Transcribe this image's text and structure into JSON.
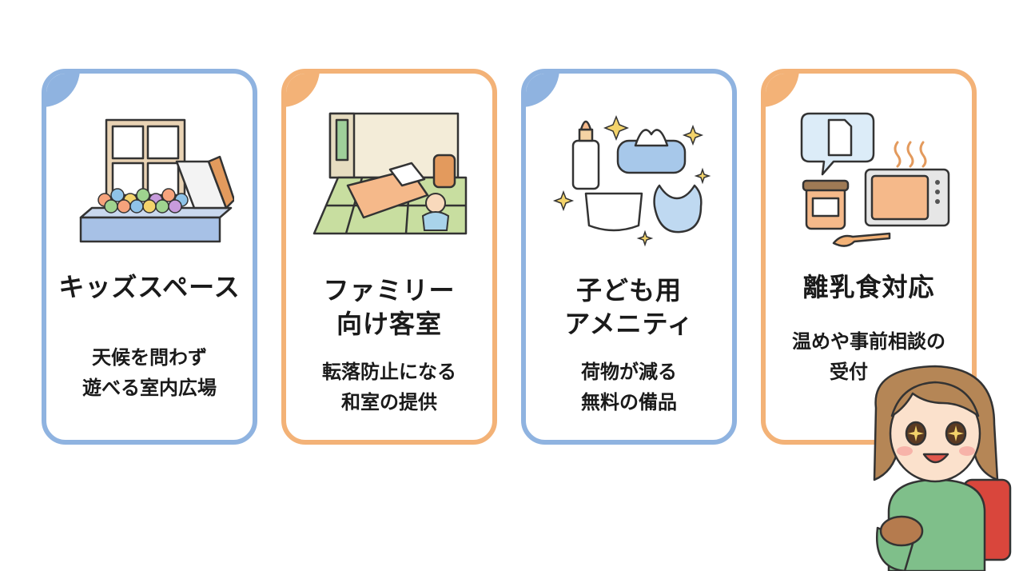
{
  "cards": [
    {
      "title_lines": [
        "キッズスペース"
      ],
      "desc_lines": [
        "天候を問わず",
        "遊べる室内広場"
      ]
    },
    {
      "title_lines": [
        "ファミリー",
        "向け客室"
      ],
      "desc_lines": [
        "転落防止になる",
        "和室の提供"
      ]
    },
    {
      "title_lines": [
        "子ども用",
        "アメニティ"
      ],
      "desc_lines": [
        "荷物が減る",
        "無料の備品"
      ]
    },
    {
      "title_lines": [
        "離乳食対応"
      ],
      "desc_lines": [
        "温めや事前相談の",
        "受付"
      ]
    }
  ],
  "colors": {
    "blue_border": "#8fb3e0",
    "orange_border": "#f3b277"
  },
  "icons": [
    "ball-pit-slide-icon",
    "japanese-room-futon-icon",
    "baby-amenities-icon",
    "baby-food-microwave-icon",
    "girl-mascot-illustration"
  ]
}
